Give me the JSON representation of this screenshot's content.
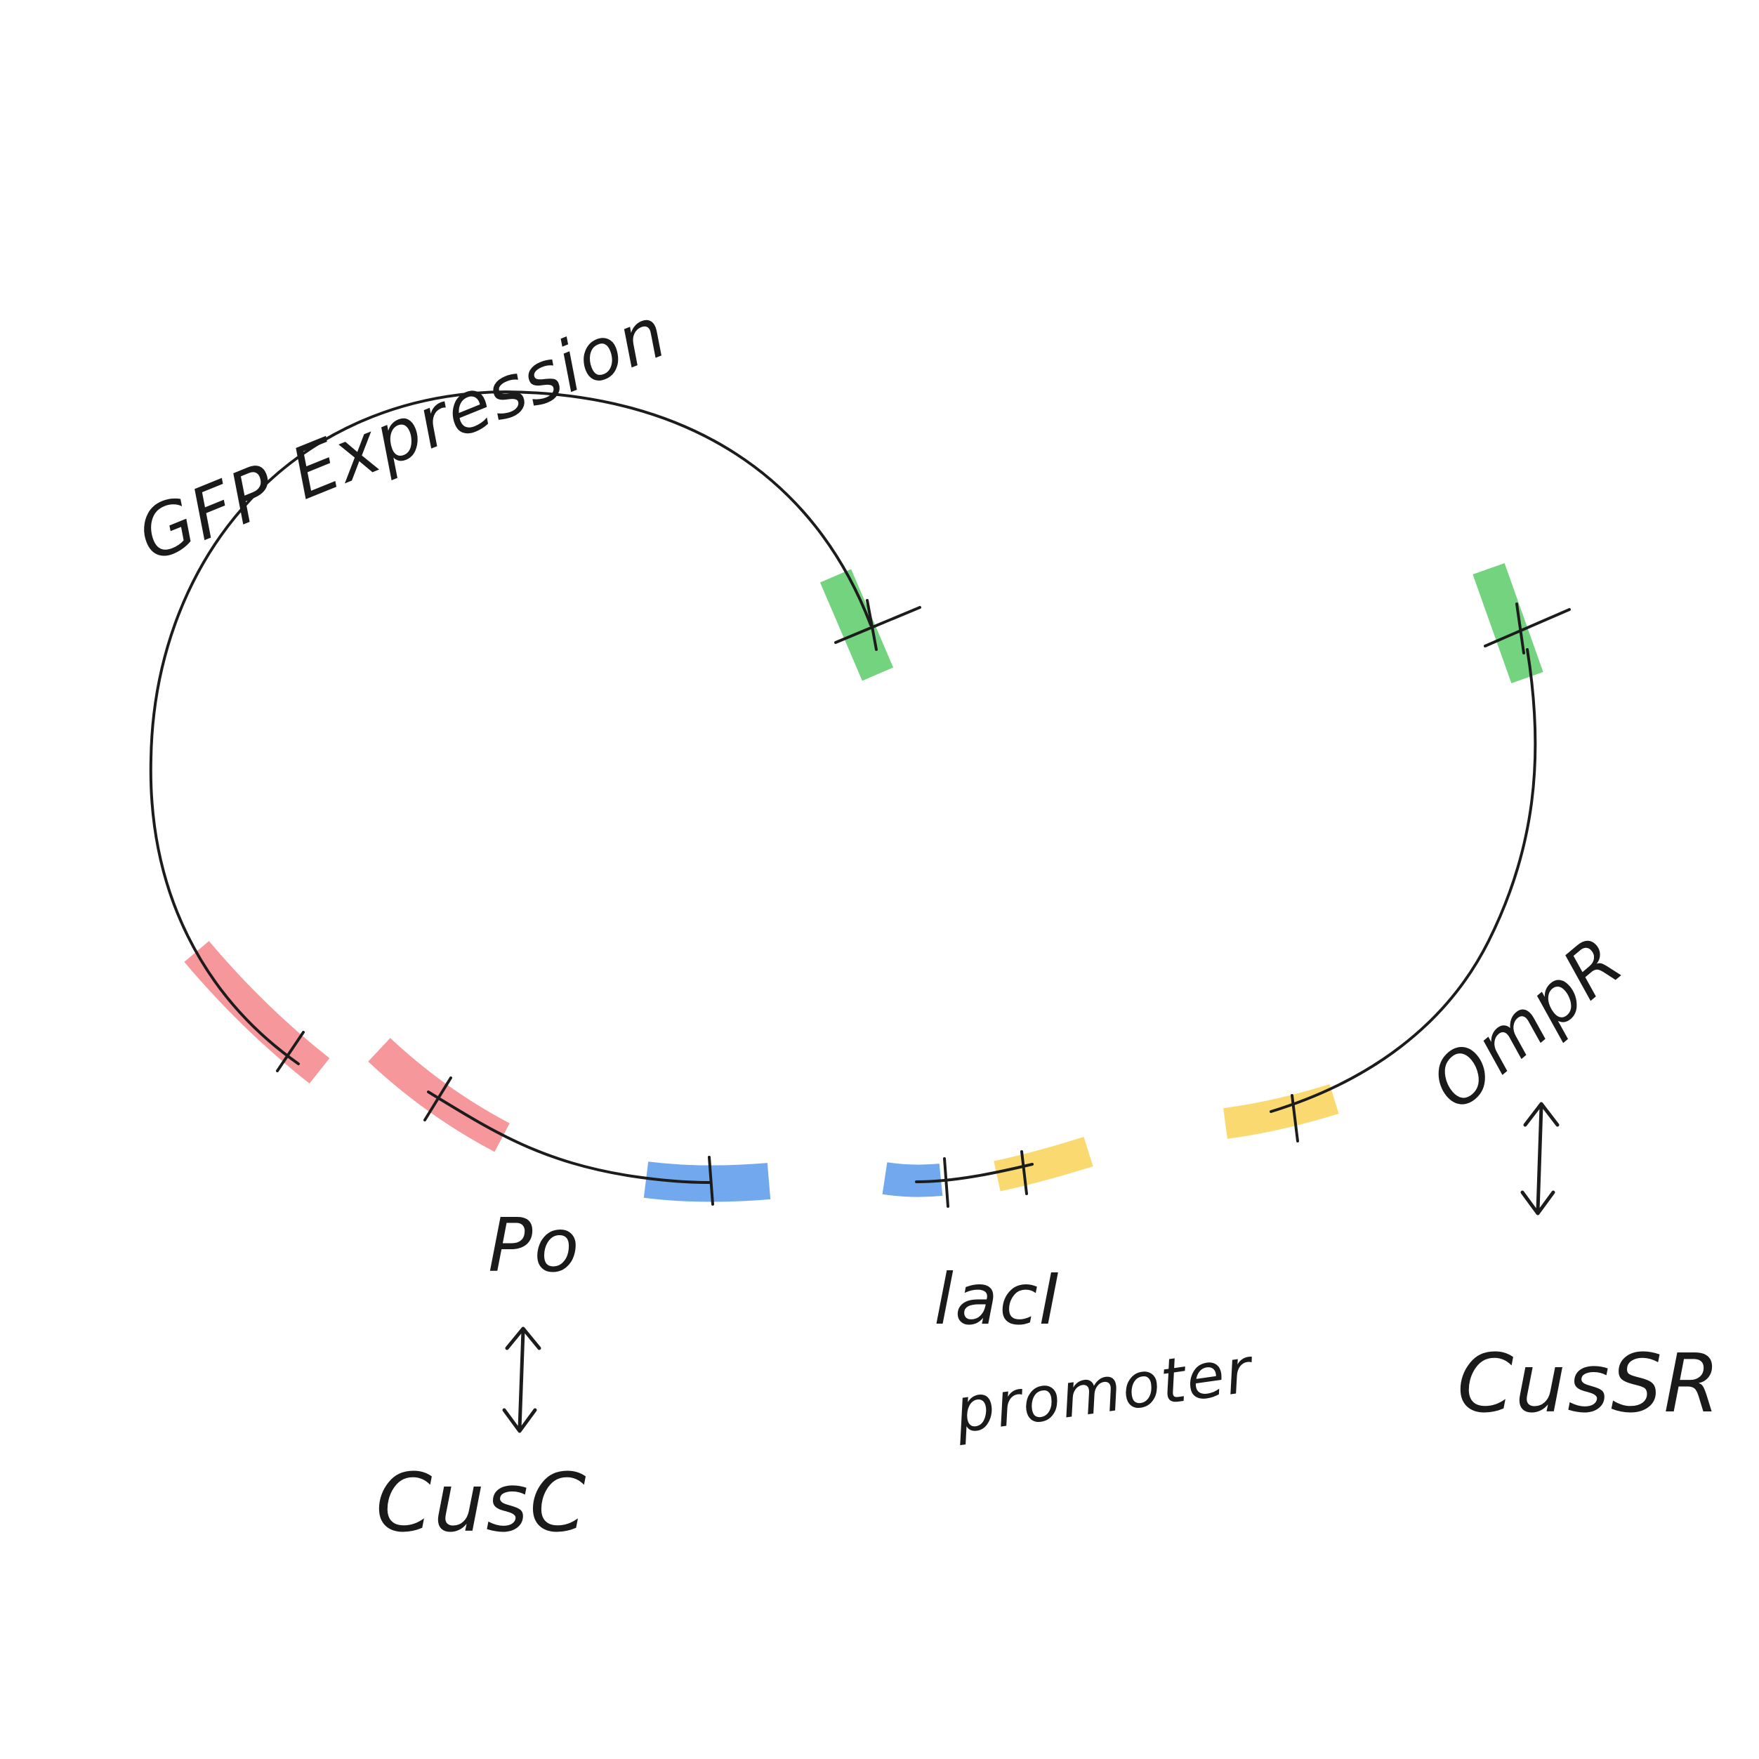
{
  "labels": {
    "gfp_expression": "GFP Expression",
    "po": "Po",
    "cusc": "CusC",
    "laci_line1": "lacI",
    "laci_line2": "promoter",
    "ompr": "OmpR",
    "cussr": "CusSR"
  },
  "colors": {
    "strand": "#1c1c1c",
    "green": "#4cc65a",
    "red": "#f47a80",
    "blue": "#4a90e8",
    "yellow": "#f8d048"
  }
}
